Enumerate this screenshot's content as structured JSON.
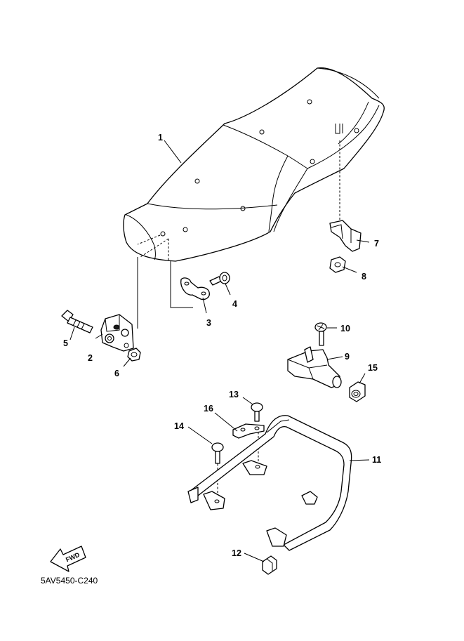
{
  "diagram": {
    "callouts": {
      "p1": "1",
      "p2": "2",
      "p3": "3",
      "p4": "4",
      "p5": "5",
      "p6": "6",
      "p7": "7",
      "p8": "8",
      "p9": "9",
      "p10": "10",
      "p11": "11",
      "p12": "12",
      "p13": "13",
      "p14": "14",
      "p15": "15",
      "p16": "16"
    },
    "fwd_label": "FWD",
    "code": "5AV5450-C240"
  }
}
